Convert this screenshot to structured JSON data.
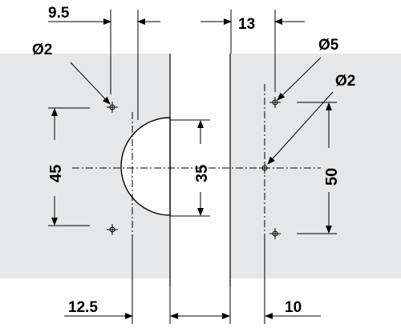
{
  "colors": {
    "panel": "#e6e7e8",
    "ink": "#000000",
    "paper": "#ffffff"
  },
  "dimensions": {
    "top_left_offset": "9.5",
    "top_right_offset": "13",
    "small_hole_top_left": "Ø2",
    "large_hole_top_right": "Ø5",
    "small_hole_right": "Ø2",
    "cup_height": "45",
    "cup_diameter": "35",
    "hole_spacing": "50",
    "bottom_left_offset": "12.5",
    "bottom_right_offset": "10"
  }
}
